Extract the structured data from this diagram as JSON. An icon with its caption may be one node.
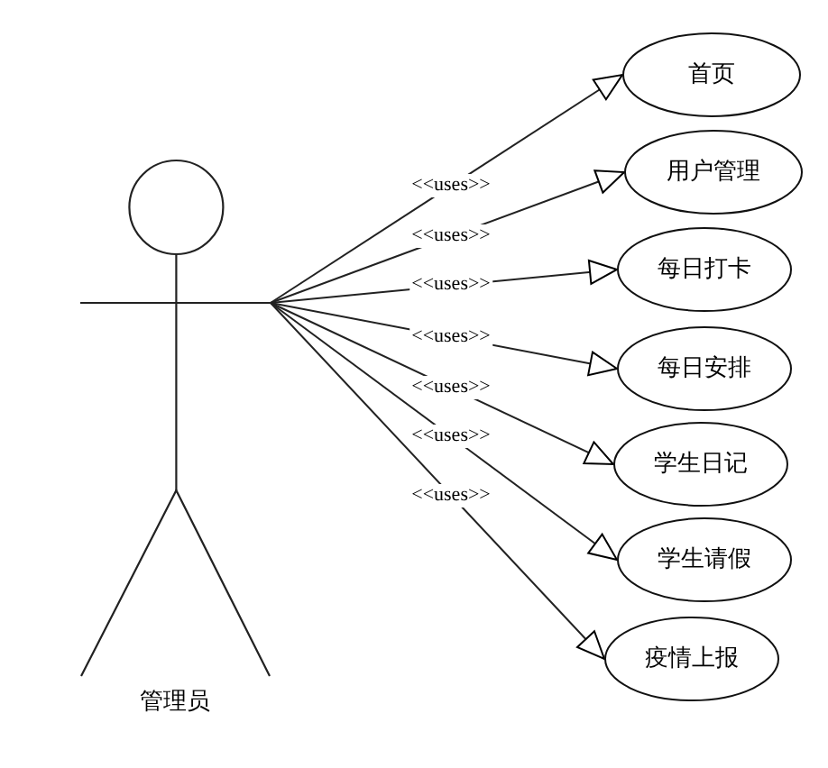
{
  "diagram": {
    "nodes": [
      {
        "text": [
          "管理员"
        ]
      },
      {
        "text": [
          "首页"
        ]
      },
      {
        "text": [
          "用户管理"
        ]
      },
      {
        "text": [
          "每日打卡"
        ]
      },
      {
        "text": [
          "每日安排"
        ]
      },
      {
        "text": [
          "学生日记"
        ]
      },
      {
        "text": [
          "学生请假"
        ]
      },
      {
        "text": [
          "疫情上报"
        ]
      }
    ],
    "edges": [
      {
        "from": 0,
        "to": 1,
        "arrow": "to",
        "label": "<<uses>>"
      },
      {
        "from": 0,
        "to": 2,
        "arrow": "to",
        "label": "<<uses>>"
      },
      {
        "from": 0,
        "to": 3,
        "arrow": "to",
        "label": "<<uses>>"
      },
      {
        "from": 0,
        "to": 4,
        "arrow": "to",
        "label": "<<uses>>"
      },
      {
        "from": 0,
        "to": 5,
        "arrow": "to",
        "label": "<<uses>>"
      },
      {
        "from": 0,
        "to": 6,
        "arrow": "to",
        "label": "<<uses>>"
      },
      {
        "from": 0,
        "to": 7,
        "arrow": "to",
        "label": "<<uses>>"
      }
    ]
  }
}
